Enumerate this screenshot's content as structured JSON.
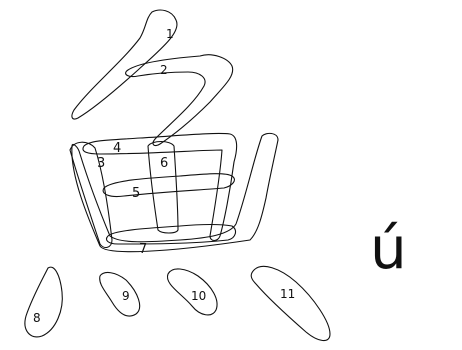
{
  "strokes": [
    {
      "number": "1"
    },
    {
      "number": "2"
    },
    {
      "number": "3"
    },
    {
      "number": "4"
    },
    {
      "number": "5"
    },
    {
      "number": "6"
    },
    {
      "number": "7"
    },
    {
      "number": "8"
    },
    {
      "number": "9"
    },
    {
      "number": "10"
    },
    {
      "number": "11"
    }
  ],
  "pinyin": "ú"
}
